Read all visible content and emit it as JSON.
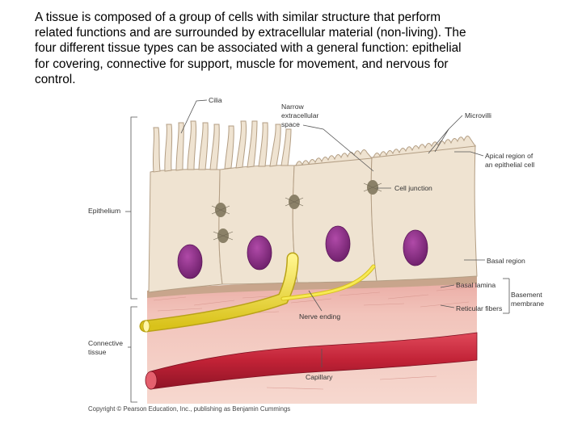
{
  "intro": {
    "lines": [
      "A tissue is composed of a group of cells with similar structure that perform",
      "related functions and are surrounded by extracellular material (non-living).  The",
      "four different tissue types can be associated with a general function:  epithelial",
      "for covering, connective for support, muscle for movement, and nervous for",
      "control."
    ]
  },
  "figure": {
    "labels": {
      "cilia": "Cilia",
      "narrow_space_1": "Narrow",
      "narrow_space_2": "extracellular",
      "narrow_space_3": "space",
      "microvilli": "Microvilli",
      "apical_1": "Apical region of",
      "apical_2": "an epithelial cell",
      "cell_junction": "Cell junction",
      "epithelium": "Epithelium",
      "basal_region": "Basal region",
      "basal_lamina": "Basal lamina",
      "basement_1": "Basement",
      "basement_2": "membrane",
      "reticular": "Reticular fibers",
      "nerve_ending": "Nerve ending",
      "connective_1": "Connective",
      "connective_2": "tissue",
      "capillary": "Capillary"
    },
    "copyright": "Copyright © Pearson Education, Inc., publishing as Benjamin Cummings",
    "colors": {
      "cell_fill": "#efe3d0",
      "cell_outline": "#b8a48a",
      "nucleus": "#8a2a86",
      "basal_lamina": "#c4a489",
      "connective": "#eeb8b0",
      "nerve": "#f2e23a",
      "capillary": "#c9283a"
    }
  }
}
